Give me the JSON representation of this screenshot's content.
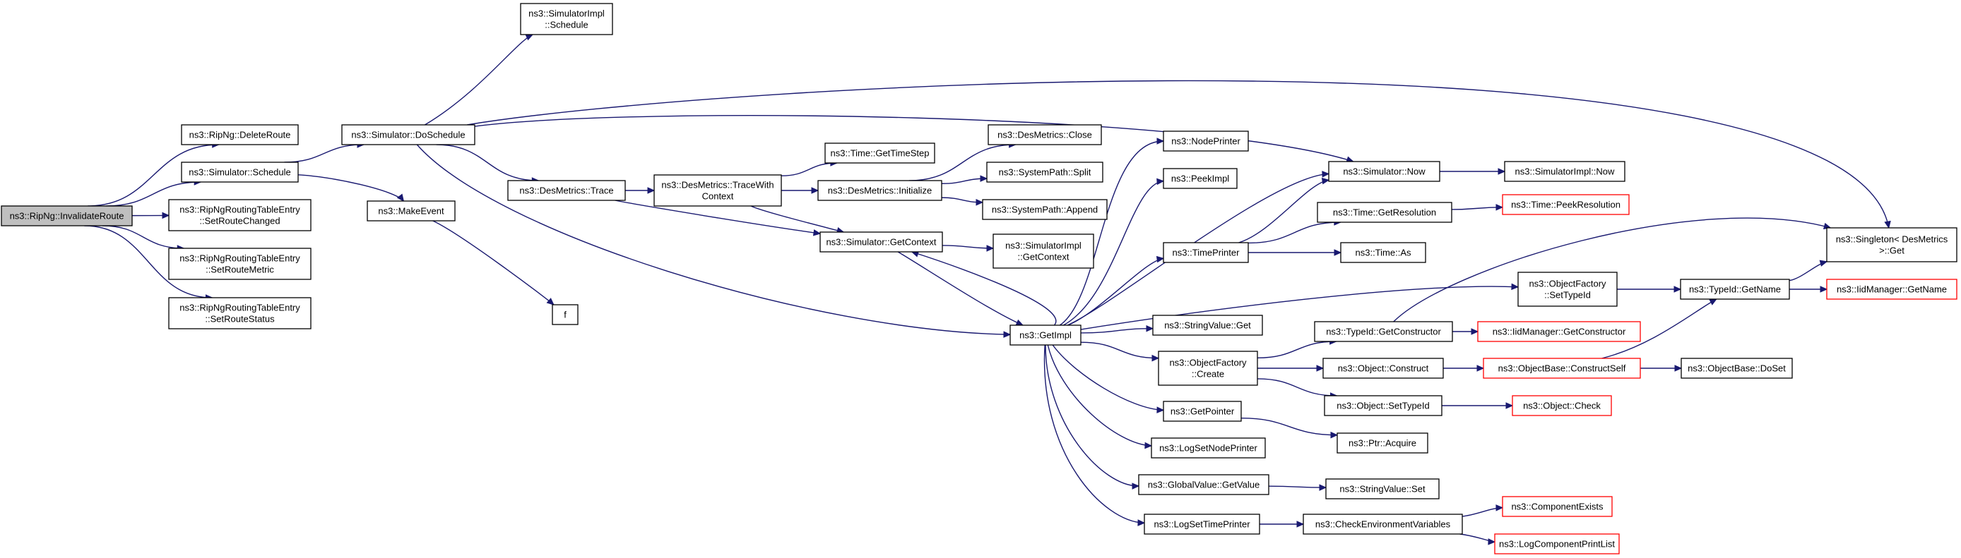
{
  "diagram": {
    "colors": {
      "edge": "#191970",
      "node_border_normal": "#000000",
      "node_border_missing": "#ff0000",
      "root_fill": "#bfbfbf",
      "node_fill": "#ffffff"
    },
    "nodes": [
      {
        "id": "root",
        "lines": [
          "ns3::RipNg::InvalidateRoute"
        ],
        "kind": "root"
      },
      {
        "id": "deleteRoute",
        "lines": [
          "ns3::RipNg::DeleteRoute"
        ],
        "kind": "normal"
      },
      {
        "id": "simSchedule",
        "lines": [
          "ns3::Simulator::Schedule"
        ],
        "kind": "normal"
      },
      {
        "id": "setRouteChanged",
        "lines": [
          "ns3::RipNgRoutingTableEntry",
          "::SetRouteChanged"
        ],
        "kind": "normal"
      },
      {
        "id": "setRouteMetric",
        "lines": [
          "ns3::RipNgRoutingTableEntry",
          "::SetRouteMetric"
        ],
        "kind": "normal"
      },
      {
        "id": "setRouteStatus",
        "lines": [
          "ns3::RipNgRoutingTableEntry",
          "::SetRouteStatus"
        ],
        "kind": "normal"
      },
      {
        "id": "doSchedule",
        "lines": [
          "ns3::Simulator::DoSchedule"
        ],
        "kind": "normal"
      },
      {
        "id": "makeEvent",
        "lines": [
          "ns3::MakeEvent"
        ],
        "kind": "normal"
      },
      {
        "id": "f",
        "lines": [
          "f"
        ],
        "kind": "normal"
      },
      {
        "id": "implSchedule",
        "lines": [
          "ns3::SimulatorImpl",
          "::Schedule"
        ],
        "kind": "normal"
      },
      {
        "id": "desTrace",
        "lines": [
          "ns3::DesMetrics::Trace"
        ],
        "kind": "normal"
      },
      {
        "id": "traceWithContext",
        "lines": [
          "ns3::DesMetrics::TraceWith",
          "Context"
        ],
        "kind": "normal"
      },
      {
        "id": "getTimeStep",
        "lines": [
          "ns3::Time::GetTimeStep"
        ],
        "kind": "normal"
      },
      {
        "id": "desInitialize",
        "lines": [
          "ns3::DesMetrics::Initialize"
        ],
        "kind": "normal"
      },
      {
        "id": "desClose",
        "lines": [
          "ns3::DesMetrics::Close"
        ],
        "kind": "normal"
      },
      {
        "id": "pathSplit",
        "lines": [
          "ns3::SystemPath::Split"
        ],
        "kind": "normal"
      },
      {
        "id": "pathAppend",
        "lines": [
          "ns3::SystemPath::Append"
        ],
        "kind": "normal"
      },
      {
        "id": "getContext",
        "lines": [
          "ns3::Simulator::GetContext"
        ],
        "kind": "normal"
      },
      {
        "id": "implGetContext",
        "lines": [
          "ns3::SimulatorImpl",
          "::GetContext"
        ],
        "kind": "normal"
      },
      {
        "id": "getImpl",
        "lines": [
          "ns3::GetImpl"
        ],
        "kind": "normal"
      },
      {
        "id": "nodePrinter",
        "lines": [
          "ns3::NodePrinter"
        ],
        "kind": "normal"
      },
      {
        "id": "peekImpl",
        "lines": [
          "ns3::PeekImpl"
        ],
        "kind": "normal"
      },
      {
        "id": "timePrinter",
        "lines": [
          "ns3::TimePrinter"
        ],
        "kind": "normal"
      },
      {
        "id": "stringValueGet",
        "lines": [
          "ns3::StringValue::Get"
        ],
        "kind": "normal"
      },
      {
        "id": "ofCreate",
        "lines": [
          "ns3::ObjectFactory",
          "::Create"
        ],
        "kind": "normal"
      },
      {
        "id": "getPointer",
        "lines": [
          "ns3::GetPointer"
        ],
        "kind": "normal"
      },
      {
        "id": "logSetNodePrinter",
        "lines": [
          "ns3::LogSetNodePrinter"
        ],
        "kind": "normal"
      },
      {
        "id": "gvGetValue",
        "lines": [
          "ns3::GlobalValue::GetValue"
        ],
        "kind": "normal"
      },
      {
        "id": "logSetTimePrinter",
        "lines": [
          "ns3::LogSetTimePrinter"
        ],
        "kind": "normal"
      },
      {
        "id": "simNow",
        "lines": [
          "ns3::Simulator::Now"
        ],
        "kind": "normal"
      },
      {
        "id": "implNow",
        "lines": [
          "ns3::SimulatorImpl::Now"
        ],
        "kind": "normal"
      },
      {
        "id": "timeGetResolution",
        "lines": [
          "ns3::Time::GetResolution"
        ],
        "kind": "normal"
      },
      {
        "id": "timePeekResolution",
        "lines": [
          "ns3::Time::PeekResolution"
        ],
        "kind": "missing"
      },
      {
        "id": "timeAs",
        "lines": [
          "ns3::Time::As"
        ],
        "kind": "normal"
      },
      {
        "id": "ofSetTypeId",
        "lines": [
          "ns3::ObjectFactory",
          "::SetTypeId"
        ],
        "kind": "normal"
      },
      {
        "id": "typeIdGetName",
        "lines": [
          "ns3::TypeId::GetName"
        ],
        "kind": "normal"
      },
      {
        "id": "singletonGet",
        "lines": [
          "ns3::Singleton< DesMetrics",
          ">::Get"
        ],
        "kind": "normal"
      },
      {
        "id": "iidGetName",
        "lines": [
          "ns3::IidManager::GetName"
        ],
        "kind": "missing"
      },
      {
        "id": "typeIdGetConstructor",
        "lines": [
          "ns3::TypeId::GetConstructor"
        ],
        "kind": "normal"
      },
      {
        "id": "iidGetConstructor",
        "lines": [
          "ns3::IidManager::GetConstructor"
        ],
        "kind": "missing"
      },
      {
        "id": "objectConstruct",
        "lines": [
          "ns3::Object::Construct"
        ],
        "kind": "normal"
      },
      {
        "id": "constructSelf",
        "lines": [
          "ns3::ObjectBase::ConstructSelf"
        ],
        "kind": "missing"
      },
      {
        "id": "doSet",
        "lines": [
          "ns3::ObjectBase::DoSet"
        ],
        "kind": "normal"
      },
      {
        "id": "objectSetTypeId",
        "lines": [
          "ns3::Object::SetTypeId"
        ],
        "kind": "normal"
      },
      {
        "id": "objectCheck",
        "lines": [
          "ns3::Object::Check"
        ],
        "kind": "missing"
      },
      {
        "id": "ptrAcquire",
        "lines": [
          "ns3::Ptr::Acquire"
        ],
        "kind": "normal"
      },
      {
        "id": "stringValueSet",
        "lines": [
          "ns3::StringValue::Set"
        ],
        "kind": "normal"
      },
      {
        "id": "checkEnv",
        "lines": [
          "ns3::CheckEnvironmentVariables"
        ],
        "kind": "normal"
      },
      {
        "id": "componentExists",
        "lines": [
          "ns3::ComponentExists"
        ],
        "kind": "missing"
      },
      {
        "id": "logComponentPrintList",
        "lines": [
          "ns3::LogComponentPrintList"
        ],
        "kind": "missing"
      }
    ],
    "edges": [
      [
        "root",
        "deleteRoute"
      ],
      [
        "root",
        "simSchedule"
      ],
      [
        "root",
        "setRouteChanged"
      ],
      [
        "root",
        "setRouteMetric"
      ],
      [
        "root",
        "setRouteStatus"
      ],
      [
        "simSchedule",
        "doSchedule"
      ],
      [
        "simSchedule",
        "makeEvent"
      ],
      [
        "makeEvent",
        "f"
      ],
      [
        "doSchedule",
        "implSchedule"
      ],
      [
        "doSchedule",
        "desTrace"
      ],
      [
        "doSchedule",
        "getImpl"
      ],
      [
        "doSchedule",
        "simNow"
      ],
      [
        "doSchedule",
        "singletonGet"
      ],
      [
        "desTrace",
        "traceWithContext"
      ],
      [
        "desTrace",
        "getContext"
      ],
      [
        "traceWithContext",
        "getTimeStep"
      ],
      [
        "traceWithContext",
        "desInitialize"
      ],
      [
        "traceWithContext",
        "getContext"
      ],
      [
        "desInitialize",
        "desClose"
      ],
      [
        "desInitialize",
        "pathSplit"
      ],
      [
        "desInitialize",
        "pathAppend"
      ],
      [
        "getContext",
        "implGetContext"
      ],
      [
        "getContext",
        "getImpl"
      ],
      [
        "getImpl",
        "getContext"
      ],
      [
        "getImpl",
        "nodePrinter"
      ],
      [
        "getImpl",
        "peekImpl"
      ],
      [
        "getImpl",
        "timePrinter"
      ],
      [
        "getImpl",
        "simNow"
      ],
      [
        "getImpl",
        "ofSetTypeId"
      ],
      [
        "getImpl",
        "stringValueGet"
      ],
      [
        "getImpl",
        "ofCreate"
      ],
      [
        "getImpl",
        "getPointer"
      ],
      [
        "getImpl",
        "logSetNodePrinter"
      ],
      [
        "getImpl",
        "gvGetValue"
      ],
      [
        "getImpl",
        "logSetTimePrinter"
      ],
      [
        "simNow",
        "implNow"
      ],
      [
        "timePrinter",
        "simNow"
      ],
      [
        "timePrinter",
        "timeGetResolution"
      ],
      [
        "timePrinter",
        "timeAs"
      ],
      [
        "timeGetResolution",
        "timePeekResolution"
      ],
      [
        "ofSetTypeId",
        "typeIdGetName"
      ],
      [
        "typeIdGetName",
        "singletonGet"
      ],
      [
        "typeIdGetName",
        "iidGetName"
      ],
      [
        "ofCreate",
        "typeIdGetConstructor"
      ],
      [
        "ofCreate",
        "objectConstruct"
      ],
      [
        "ofCreate",
        "objectSetTypeId"
      ],
      [
        "typeIdGetConstructor",
        "iidGetConstructor"
      ],
      [
        "typeIdGetConstructor",
        "singletonGet"
      ],
      [
        "objectConstruct",
        "constructSelf"
      ],
      [
        "constructSelf",
        "typeIdGetName"
      ],
      [
        "constructSelf",
        "doSet"
      ],
      [
        "objectSetTypeId",
        "objectCheck"
      ],
      [
        "getPointer",
        "ptrAcquire"
      ],
      [
        "gvGetValue",
        "stringValueSet"
      ],
      [
        "logSetTimePrinter",
        "checkEnv"
      ],
      [
        "checkEnv",
        "componentExists"
      ],
      [
        "checkEnv",
        "logComponentPrintList"
      ]
    ]
  }
}
